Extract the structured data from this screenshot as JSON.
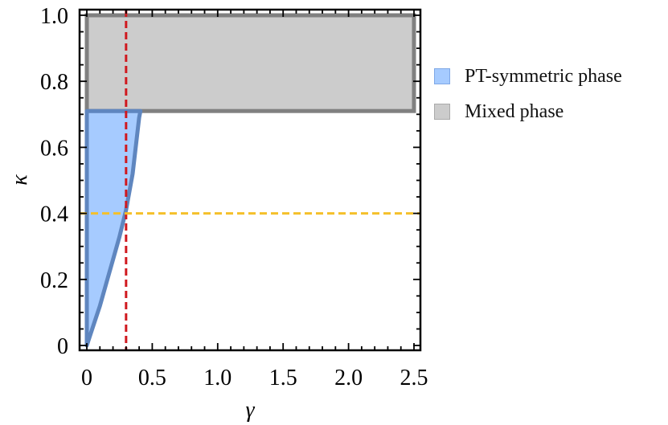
{
  "chart_data": {
    "type": "area",
    "title": "",
    "xlabel": "γ",
    "ylabel": "κ",
    "xlim": [
      -0.05,
      2.55
    ],
    "ylim": [
      -0.02,
      1.02
    ],
    "xticks": [
      "0",
      "0.5",
      "1.0",
      "1.5",
      "2.0",
      "2.5"
    ],
    "xtick_values": [
      0,
      0.5,
      1.0,
      1.5,
      2.0,
      2.5
    ],
    "yticks": [
      "0",
      "0.2",
      "0.4",
      "0.6",
      "0.8",
      "1.0"
    ],
    "ytick_values": [
      0,
      0.2,
      0.4,
      0.6,
      0.8,
      1.0
    ],
    "grid": false,
    "legend_position": "right-outside",
    "series": [
      {
        "name": "PT-symmetric phase",
        "color_fill": "#a6cbff",
        "color_edge": "#5f86bf",
        "boundary": [
          {
            "gamma": 0.0,
            "kappa": 0.0
          },
          {
            "gamma": 0.05,
            "kappa": 0.06
          },
          {
            "gamma": 0.1,
            "kappa": 0.12
          },
          {
            "gamma": 0.15,
            "kappa": 0.19
          },
          {
            "gamma": 0.2,
            "kappa": 0.26
          },
          {
            "gamma": 0.25,
            "kappa": 0.33
          },
          {
            "gamma": 0.3,
            "kappa": 0.41
          },
          {
            "gamma": 0.35,
            "kappa": 0.52
          },
          {
            "gamma": 0.4,
            "kappa": 0.69
          },
          {
            "gamma": 0.41,
            "kappa": 0.71
          },
          {
            "gamma": 0.0,
            "kappa": 0.71
          }
        ]
      },
      {
        "name": "Mixed phase",
        "color_fill": "#cccccc",
        "color_edge": "#808080",
        "region": {
          "gamma_min": 0.0,
          "gamma_max": 2.5,
          "kappa_min": 0.71,
          "kappa_max": 1.0
        }
      }
    ],
    "annotations": [
      {
        "type": "vline",
        "x": 0.3,
        "color": "#d0191f",
        "style": "dashed"
      },
      {
        "type": "hline",
        "y": 0.4,
        "color": "#f5c02a",
        "style": "dashed"
      }
    ]
  },
  "legend": {
    "items": [
      {
        "label": "PT-symmetric phase",
        "fill": "#a6cbff",
        "edge": "#7fa8e6"
      },
      {
        "label": "Mixed phase",
        "fill": "#cccccc",
        "edge": "#aaaaaa"
      }
    ]
  }
}
